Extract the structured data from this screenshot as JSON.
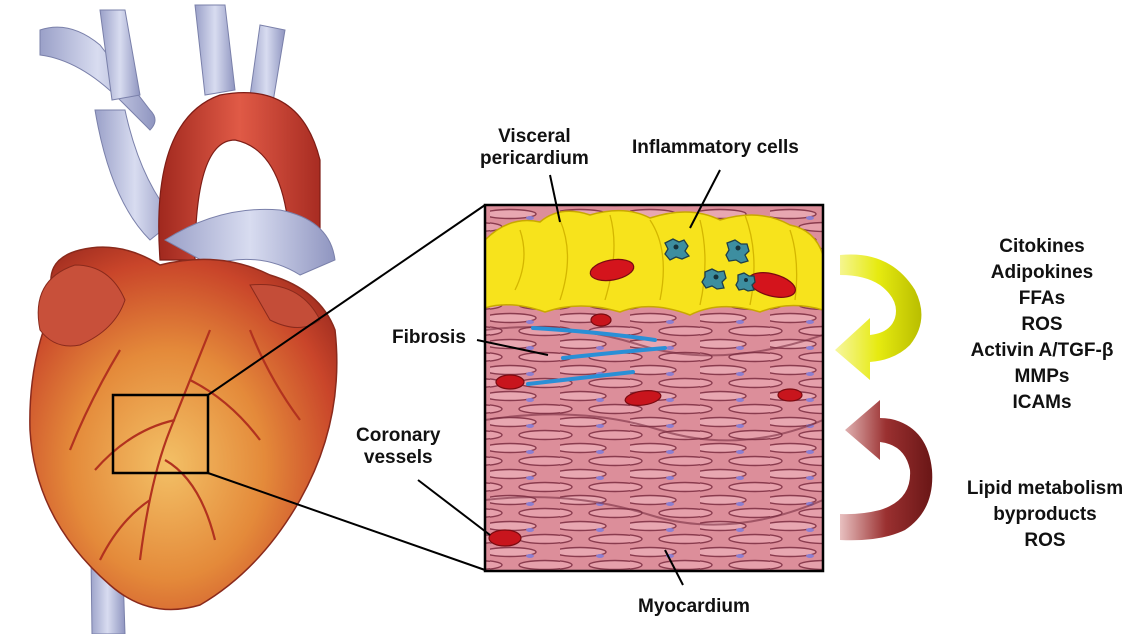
{
  "labels": {
    "visceral_pericardium": [
      "Visceral",
      "pericardium"
    ],
    "inflammatory_cells": "Inflammatory cells",
    "fibrosis": "Fibrosis",
    "coronary_vessels": [
      "Coronary",
      "vessels"
    ],
    "myocardium": "Myocardium"
  },
  "secreted_factors": [
    "Citokines",
    "Adipokines",
    "FFAs",
    "ROS",
    "Activin A/TGF-β",
    "MMPs",
    "ICAMs"
  ],
  "uptake_factors": [
    "Lipid metabolism",
    "byproducts",
    "ROS"
  ],
  "colors": {
    "fat": "#f7e31c",
    "myocardium": "#d47f8c",
    "vessel": "#c8151d",
    "arrow_outward": "#e8ec1a",
    "arrow_inward": "#8a2424",
    "fibrosis": "#2a8fd6"
  }
}
